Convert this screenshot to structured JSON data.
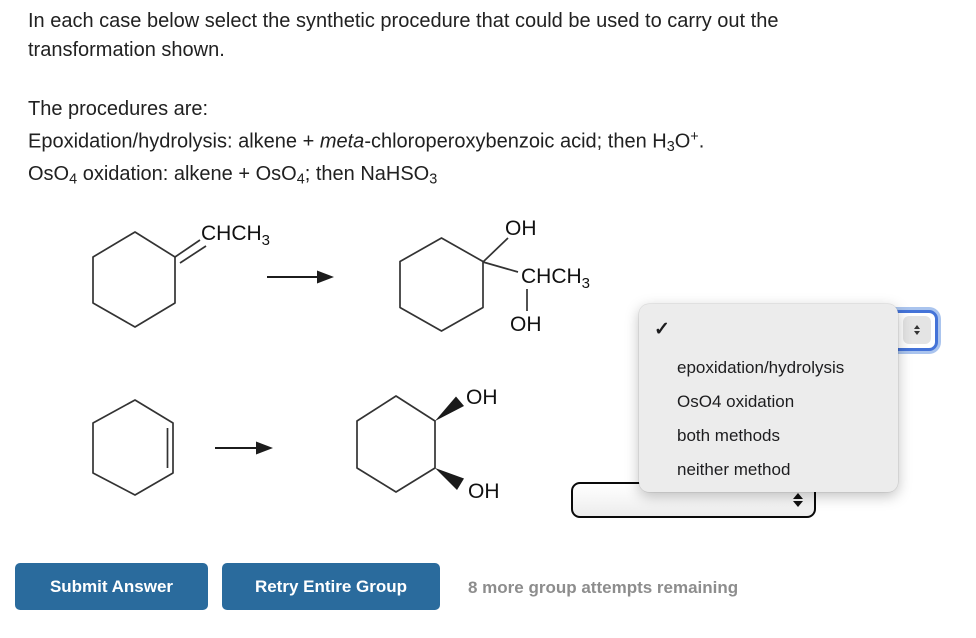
{
  "colors": {
    "button-blue": "#2a6b9d",
    "attempts-gray": "#8d8d8d",
    "popup-bg": "#ececec",
    "ring-outer": "#aac4ee",
    "ring-inner": "#4473d8",
    "text-dark": "#212121",
    "structure-stroke": "#333333"
  },
  "intro": {
    "line1": "In each case below select the synthetic procedure that could be used to carry out the",
    "line2": "transformation shown."
  },
  "procedures": {
    "heading": "The procedures are:",
    "epoxidation": {
      "pre": "Epoxidation/hydrolysis: alkene + ",
      "italic": "meta",
      "mid": "-chloroperoxybenzoic acid; then H",
      "sub": "3",
      "o": "O",
      "sup": "+",
      "end": "."
    },
    "oso4": {
      "pre": "OsO",
      "sub1": "4",
      "mid": " oxidation: alkene + OsO",
      "sub2": "4",
      "mid2": "; then NaHSO",
      "sub3": "3"
    }
  },
  "reaction1": {
    "reactant_substituent": "CHCH",
    "reactant_substituent_sub": "3",
    "product_oh_top": "OH",
    "product_substituent": "CHCH",
    "product_substituent_sub": "3",
    "product_oh_bottom": "OH"
  },
  "reaction2": {
    "product_oh_top": "OH",
    "product_oh_bottom": "OH"
  },
  "dropdown_menu": {
    "checkmark": "✓",
    "options": [
      "epoxidation/hydrolysis",
      "OsO4 oxidation",
      "both methods",
      "neither method"
    ]
  },
  "buttons": {
    "submit": "Submit Answer",
    "retry": "Retry Entire Group"
  },
  "status": {
    "attempts_remaining": "8 more group attempts remaining"
  }
}
